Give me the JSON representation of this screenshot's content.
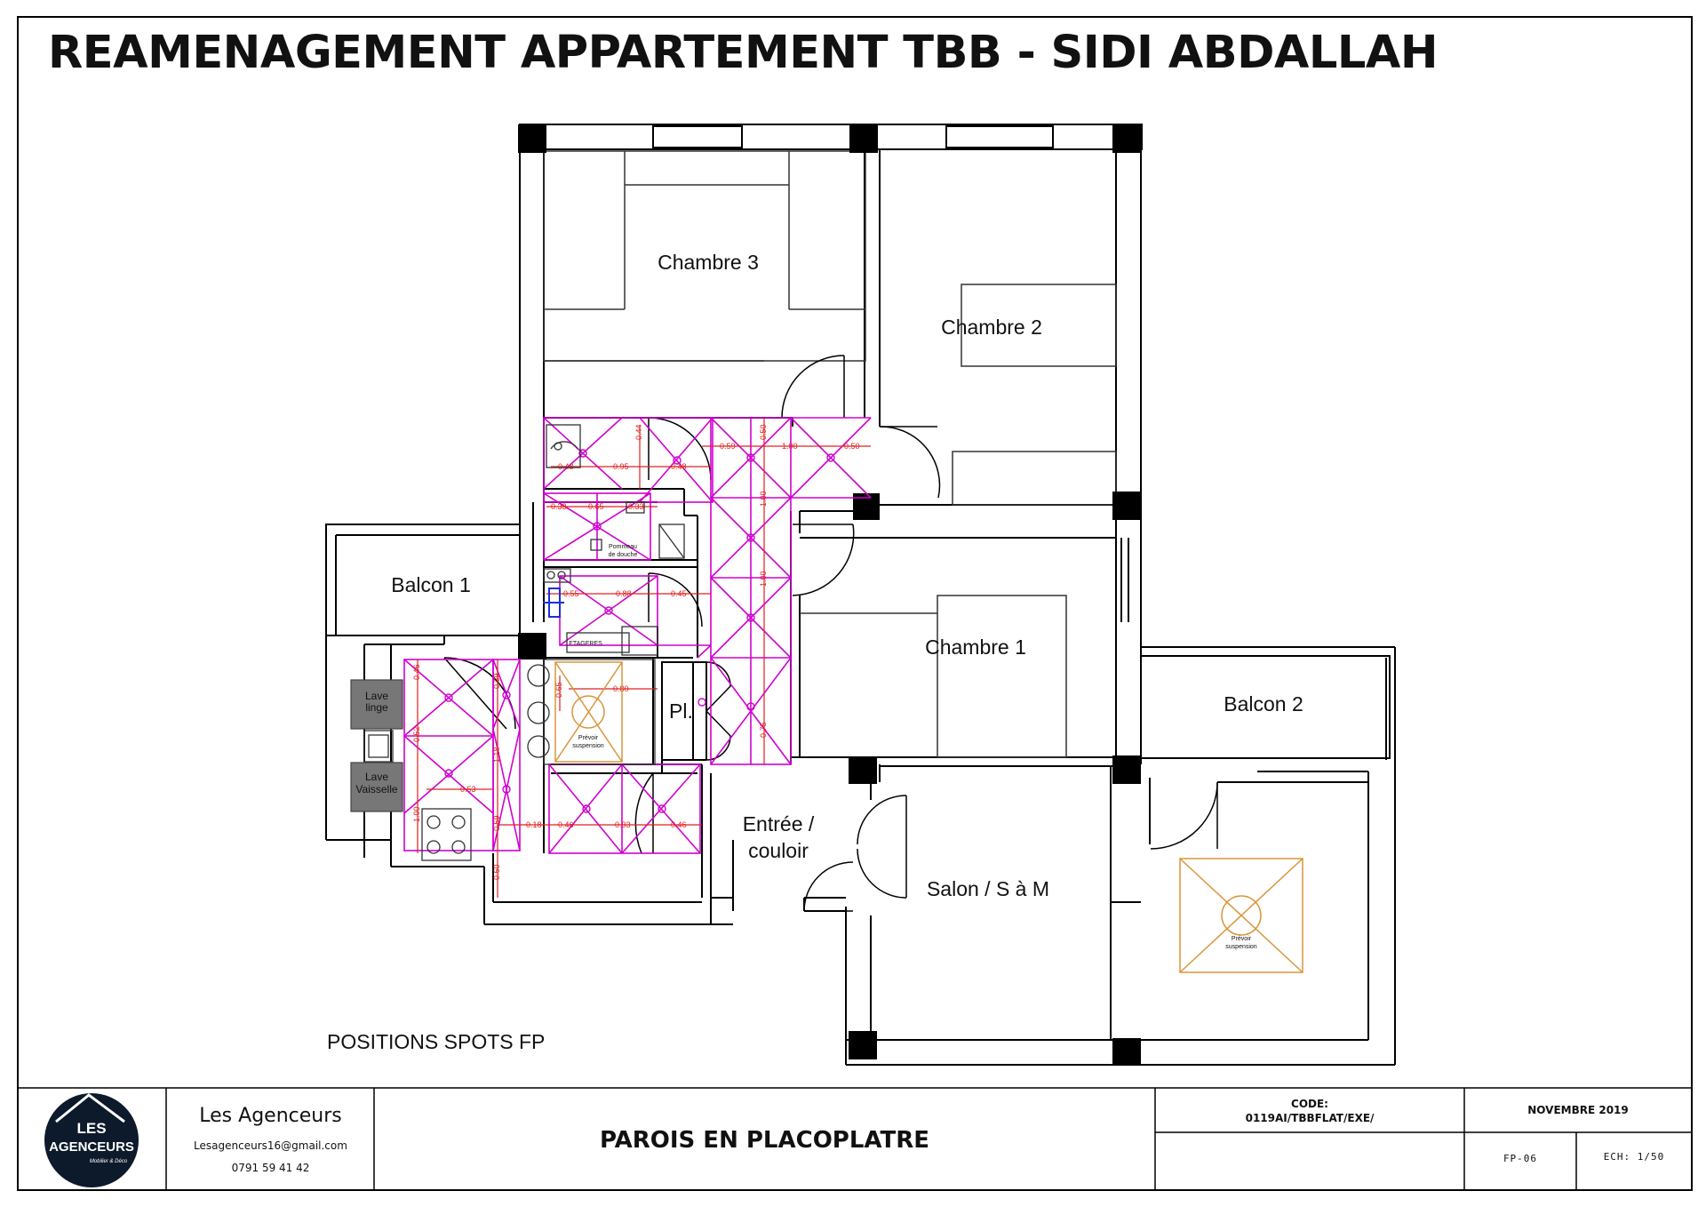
{
  "title": "REAMENAGEMENT APPARTEMENT TBB - SIDI ABDALLAH",
  "rooms": {
    "chambre3": "Chambre 3",
    "chambre2": "Chambre 2",
    "chambre1": "Chambre 1",
    "balcon1": "Balcon 1",
    "balcon2": "Balcon 2",
    "placard": "Pl.",
    "entree_line1": "Entrée /",
    "entree_line2": "couloir",
    "salon": "Salon / S à M"
  },
  "fixtures": {
    "lave_linge_line1": "Lave",
    "lave_linge_line2": "linge",
    "lave_vaisselle_line1": "Lave",
    "lave_vaisselle_line2": "Vaisselle",
    "pommeau_line1": "Pommeau",
    "pommeau_line2": "de douche",
    "etageres": "ETAGERES",
    "prevoir_line1": "Prévoir",
    "prevoir_line2": "suspension"
  },
  "dimensions": {
    "d059": "0.59",
    "d100a": "1.00",
    "d050a": "0.50",
    "d048a": "0.48",
    "d095": "0.95",
    "d048b": "0.48",
    "d044": "0.44",
    "d033a": "0.33",
    "d065a": "0.65",
    "d033b": "0.33",
    "d055": "0.55",
    "d088": "0.88",
    "d045": "0.45",
    "d050b": "0.50",
    "d100b": "1.00",
    "d100c": "1.00",
    "d075": "0.75",
    "d046a": "0.46",
    "d052": "0.52",
    "d053": "0.53",
    "d100d": "1.00",
    "d039": "0.39",
    "d118": "1.18",
    "d059b": "0.59",
    "d018": "0.18",
    "d046b": "0.46",
    "d093": "0.93",
    "d046c": "0.46",
    "d060": "0.60",
    "d065b": "0.65",
    "d080": "0.80"
  },
  "caption": "POSITIONS SPOTS FP",
  "title_block": {
    "logo_line1": "LES",
    "logo_line2": "AGENCEURS",
    "logo_tagline": "Mobilier & Déco",
    "company": "Les Agenceurs",
    "email": "Lesagenceurs16@gmail.com",
    "phone": "0791 59 41 42",
    "drawing_title": "PAROIS EN PLACOPLATRE",
    "code_label": "CODE:",
    "code_value": "0119AI/TBBFLAT/EXE/",
    "date": "NOVEMBRE 2019",
    "sheet": "FP-06",
    "scale": "ECH: 1/50"
  },
  "colors": {
    "wall": "#000000",
    "partition": "#d000d0",
    "dimension": "#e02020",
    "suspension": "#d9953a",
    "appliance": "#777777",
    "valve": "#1a2fd6"
  }
}
